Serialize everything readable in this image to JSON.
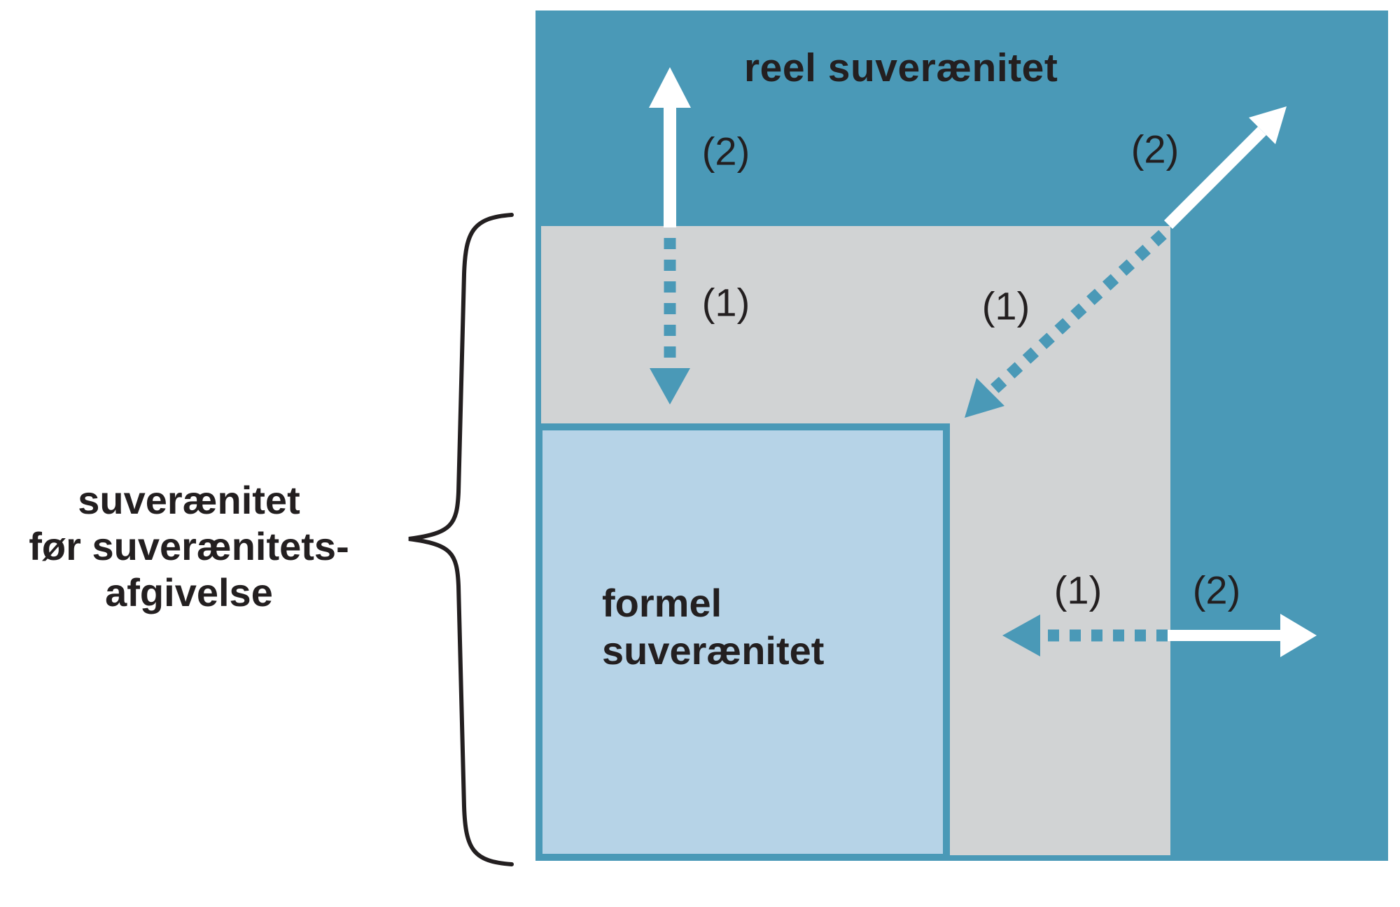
{
  "diagram": {
    "real_sovereignty_label": "reel suverænitet",
    "formal_label_lines": [
      "formel",
      "suverænitet"
    ],
    "before_label_lines": [
      "suverænitet",
      "før suverænitets-",
      "afgivelse"
    ],
    "arrows": {
      "vertical_up": {
        "step1": "(1)",
        "step2": "(2)"
      },
      "diagonal_up_right": {
        "step1": "(1)",
        "step2": "(2)"
      },
      "horizontal_right": {
        "step1": "(1)",
        "step2": "(2)"
      }
    }
  },
  "colors": {
    "teal": "#4a99b7",
    "gray": "#d1d3d4",
    "light_blue": "#b6d3e7",
    "ink": "#231f20",
    "white": "#ffffff"
  }
}
